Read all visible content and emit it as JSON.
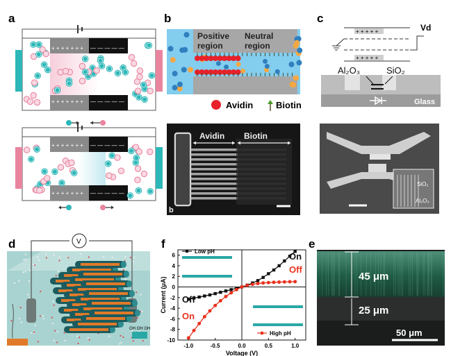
{
  "panels": {
    "a": {
      "letter": "a"
    },
    "b": {
      "letter": "b",
      "positive_region": "Positive\nregion",
      "neutral_region": "Neutral\nregion",
      "legend_avidin": "Avidin",
      "legend_biotin": "Biotin",
      "micro_avidin": "Avidin",
      "micro_biotin": "Biotin",
      "micro_letter": "b"
    },
    "c": {
      "letter": "c",
      "vd": "Vd",
      "al2o3": "Al₂O₃",
      "sio2": "SiO₂",
      "glass": "Glass",
      "inset_sio2": "SiO₂",
      "inset_al2o3": "Al₂O₃"
    },
    "d": {
      "letter": "d",
      "meter": "V",
      "oh_label": "OH OH OH"
    },
    "e": {
      "letter": "e",
      "dim1": "45 μm",
      "dim2": "25 μm",
      "scale": "50 μm"
    },
    "f": {
      "letter": "f",
      "legend_low": "Low pH",
      "legend_high": "High pH",
      "on_top": "On",
      "off_top": "Off",
      "off_bottom": "Off",
      "on_bottom": "On",
      "xlabel": "Voltage (V)",
      "ylabel": "Current (μA)"
    }
  },
  "chart_data": {
    "type": "line",
    "xlabel": "Voltage (V)",
    "ylabel": "Current (μA)",
    "xlim": [
      -1.2,
      1.2
    ],
    "ylim": [
      -10,
      7
    ],
    "xticks": [
      -1.0,
      -0.5,
      0.0,
      0.5,
      1.0
    ],
    "yticks": [
      6,
      4,
      2,
      0,
      -2,
      -4,
      -6,
      -8,
      -10
    ],
    "series": [
      {
        "name": "Low pH",
        "color": "#111111",
        "x": [
          -1.0,
          -0.9,
          -0.8,
          -0.7,
          -0.6,
          -0.5,
          -0.4,
          -0.3,
          -0.2,
          -0.1,
          0.0,
          0.1,
          0.2,
          0.3,
          0.4,
          0.5,
          0.6,
          0.7,
          0.8,
          0.9,
          1.0
        ],
        "y": [
          -2.3,
          -2.1,
          -1.9,
          -1.7,
          -1.5,
          -1.25,
          -1.0,
          -0.75,
          -0.5,
          -0.25,
          0.0,
          0.35,
          0.75,
          1.2,
          1.8,
          2.5,
          3.2,
          4.0,
          4.9,
          5.8,
          6.7
        ]
      },
      {
        "name": "High pH",
        "color": "#e8321e",
        "x": [
          -1.0,
          -0.9,
          -0.8,
          -0.7,
          -0.6,
          -0.5,
          -0.4,
          -0.3,
          -0.2,
          -0.1,
          0.0,
          0.1,
          0.2,
          0.3,
          0.4,
          0.5,
          0.6,
          0.7,
          0.8,
          0.9,
          1.0
        ],
        "y": [
          -9.6,
          -8.2,
          -6.9,
          -5.6,
          -4.5,
          -3.5,
          -2.6,
          -1.8,
          -1.1,
          -0.5,
          0.0,
          0.3,
          0.5,
          0.65,
          0.75,
          0.82,
          0.88,
          0.92,
          0.95,
          0.98,
          1.0
        ]
      }
    ]
  }
}
